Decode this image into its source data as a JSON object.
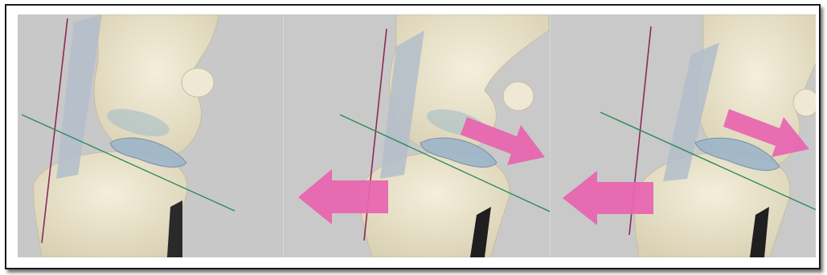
{
  "figure": {
    "panels": [
      {
        "id": "panel-1",
        "tibial_thrust_arrow": false,
        "femoral_arrow": false
      },
      {
        "id": "panel-2",
        "tibial_thrust_arrow": true,
        "femoral_arrow": true
      },
      {
        "id": "panel-3",
        "tibial_thrust_arrow": true,
        "femoral_arrow": true
      }
    ],
    "colors": {
      "background": "#c9c9c9",
      "bone": "#ece6cf",
      "bone_shadow": "#d6cfb4",
      "ligament": "#aeb9c9",
      "meniscus": "#9fb5c8",
      "arrow": "#e866b0",
      "tibial_plateau_line": "#2e8b57",
      "tibial_axis_line": "#8b2a5a",
      "muscle": "#8b1a2a",
      "fibula": "#222222"
    }
  }
}
